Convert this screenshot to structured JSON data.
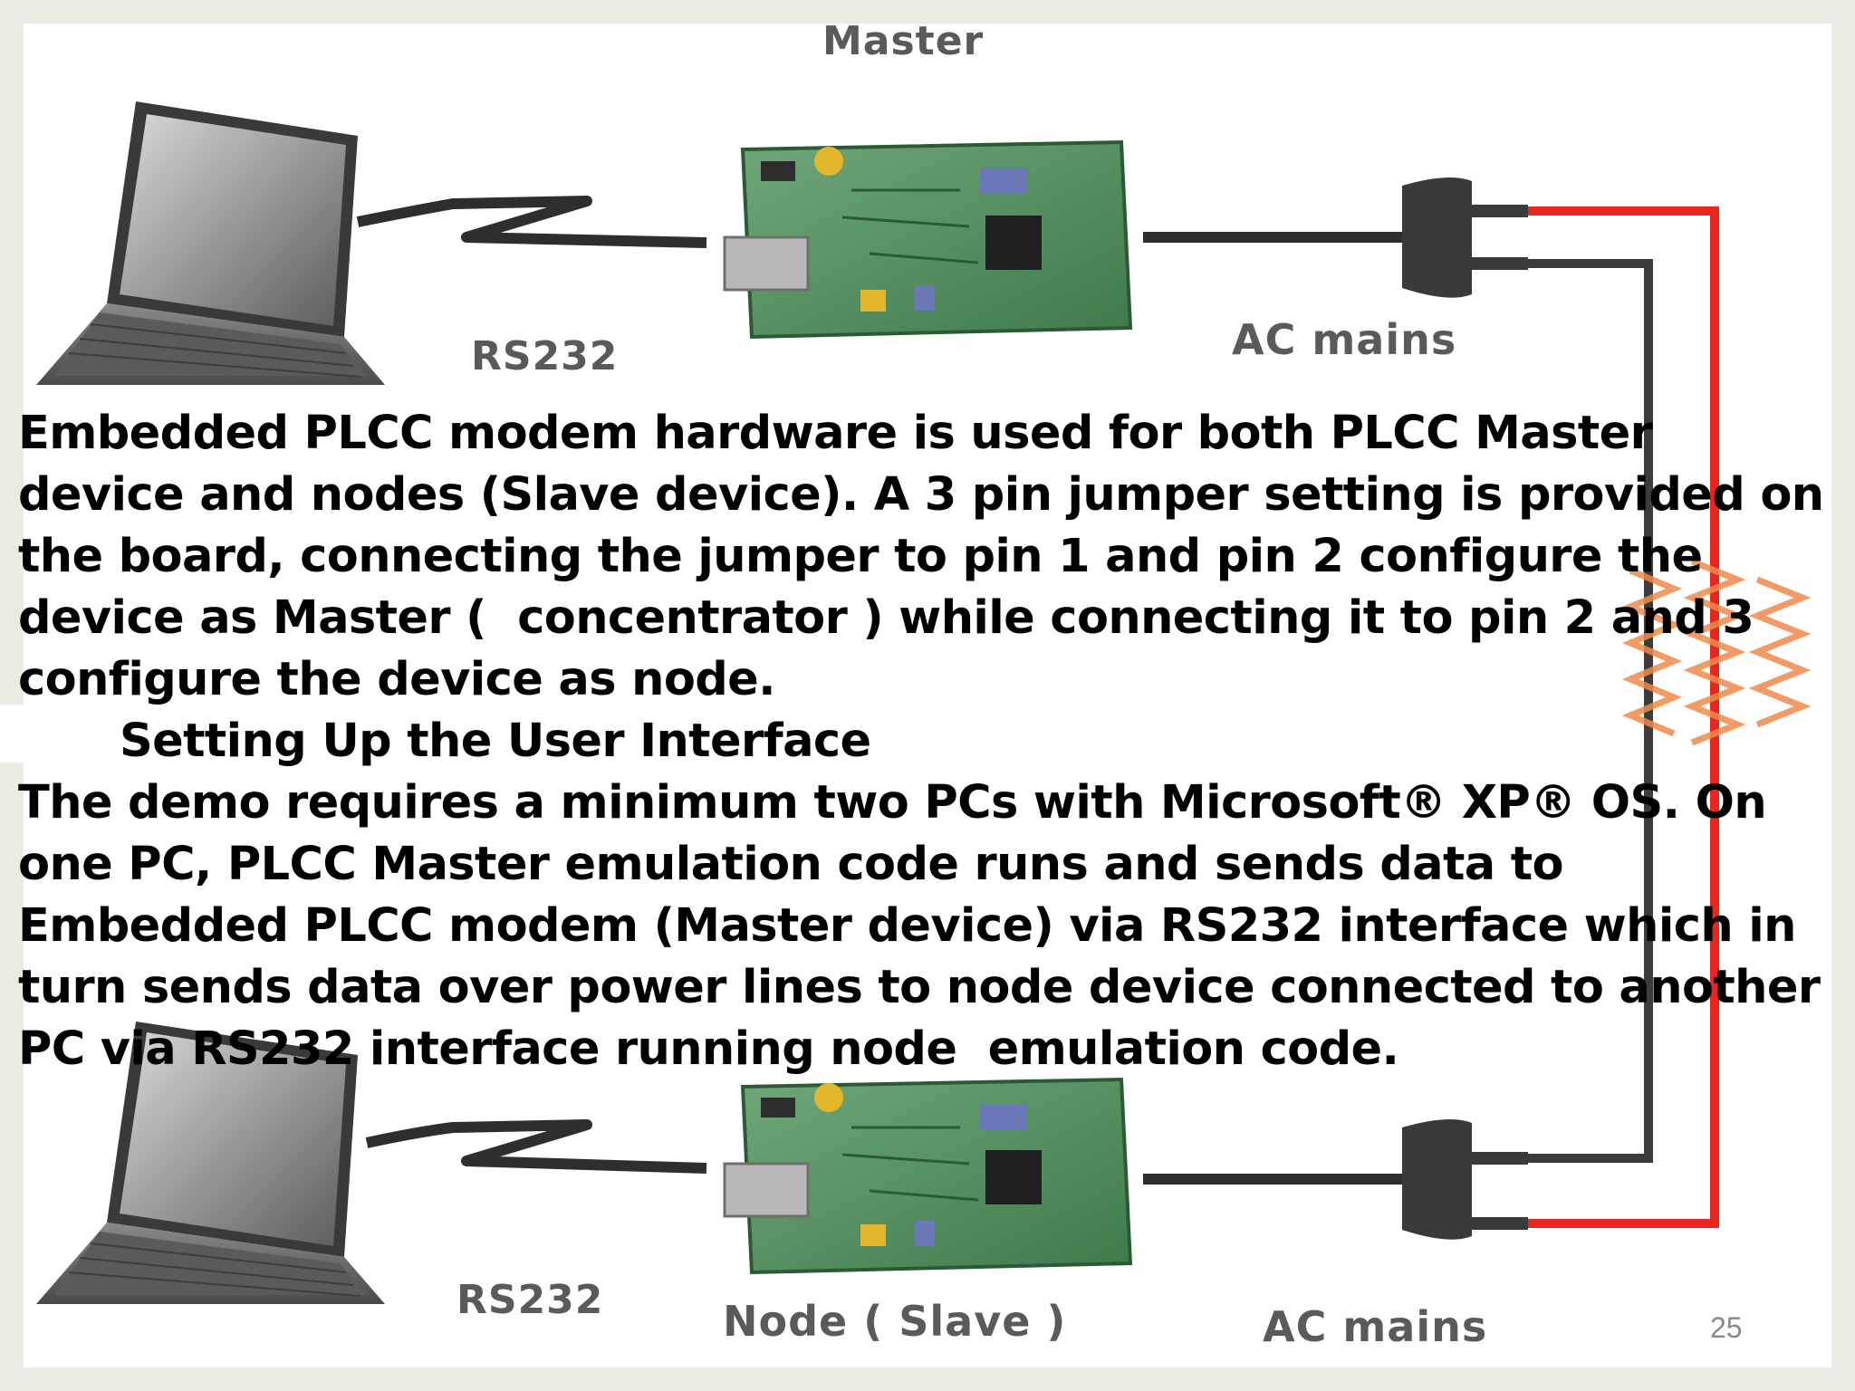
{
  "diagram": {
    "top_title": "Master",
    "top_left_link_label": "RS232",
    "top_power_label": "AC mains",
    "bottom_left_link_label": "RS232",
    "bottom_device_label": "Node ( Slave )",
    "bottom_power_label": "AC mains",
    "colors": {
      "power_line_live": "#e8261e",
      "power_line_neutral": "#3c3c3c",
      "pcb_green": "#4f8a5a",
      "laptop_gray": "#6e6e6e"
    }
  },
  "body": {
    "lines": [
      "Embedded PLCC modem hardware is used for both PLCC Master",
      "device and nodes (Slave device). A 3 pin jumper setting is provided on",
      "the board, connecting the jumper to pin 1 and pin 2 configure the",
      "device as Master (  concentrator ) while connecting it to pin 2 and 3",
      "configure the device as node.",
      "Setting Up the User Interface",
      "The demo requires a minimum two PCs with Microsoft® XP® OS. On",
      "one PC, PLCC Master emulation code runs and sends data to",
      "Embedded PLCC modem (Master device) via RS232 interface which in",
      "turn sends data over power lines to node device connected to another",
      "PC via RS232 interface running node  emulation code."
    ]
  },
  "slide_number": "25"
}
